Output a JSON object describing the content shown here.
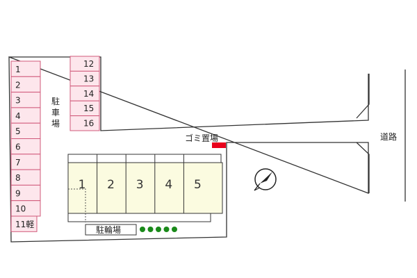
{
  "parking": {
    "label": "駐\n車\n場",
    "left_spaces": [
      "1",
      "2",
      "3",
      "4",
      "5",
      "6",
      "7",
      "8",
      "9",
      "10",
      "11軽"
    ],
    "top_spaces": [
      "12",
      "13",
      "14",
      "15",
      "16"
    ]
  },
  "building": {
    "units": [
      "1",
      "2",
      "3",
      "4",
      "5"
    ]
  },
  "garbage": {
    "label": "ゴミ置場",
    "color": "#e8001c"
  },
  "bicycle": {
    "label": "駐輪場",
    "hedge_dots": 5,
    "dot_color": "#1a8a1a"
  },
  "road": {
    "label": "道路"
  },
  "colors": {
    "space_fill": "#fde6ec",
    "space_stroke": "#d0587a",
    "building_fill": "#fbfbe0",
    "outline": "#333333"
  },
  "icons": {
    "compass": "compass-icon"
  }
}
